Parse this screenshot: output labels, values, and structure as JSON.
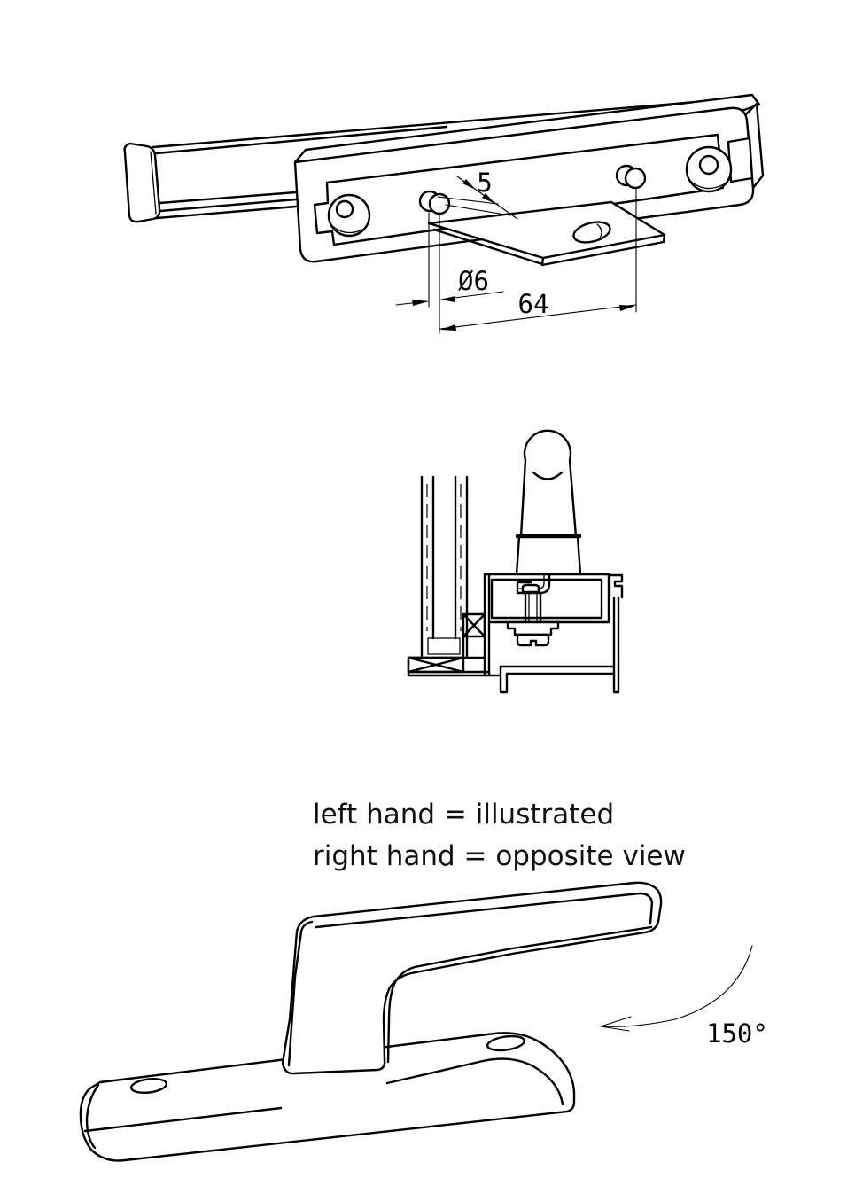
{
  "page": {
    "background": "#ffffff",
    "ink": "#000000"
  },
  "figure_rod_assembly": {
    "title": "espagnolette rod and backplate, isometric view",
    "dim_pin_offset": "5",
    "dim_pin_diameter": "Ø6",
    "dim_pin_spacing": "64"
  },
  "figure_section": {
    "title": "handle mounted on window profile, section view"
  },
  "figure_handle": {
    "title": "window handle, isometric view",
    "dim_rotation_angle": "150°"
  },
  "notes": {
    "line1": "left hand = illustrated",
    "line2": "right hand = opposite view"
  }
}
